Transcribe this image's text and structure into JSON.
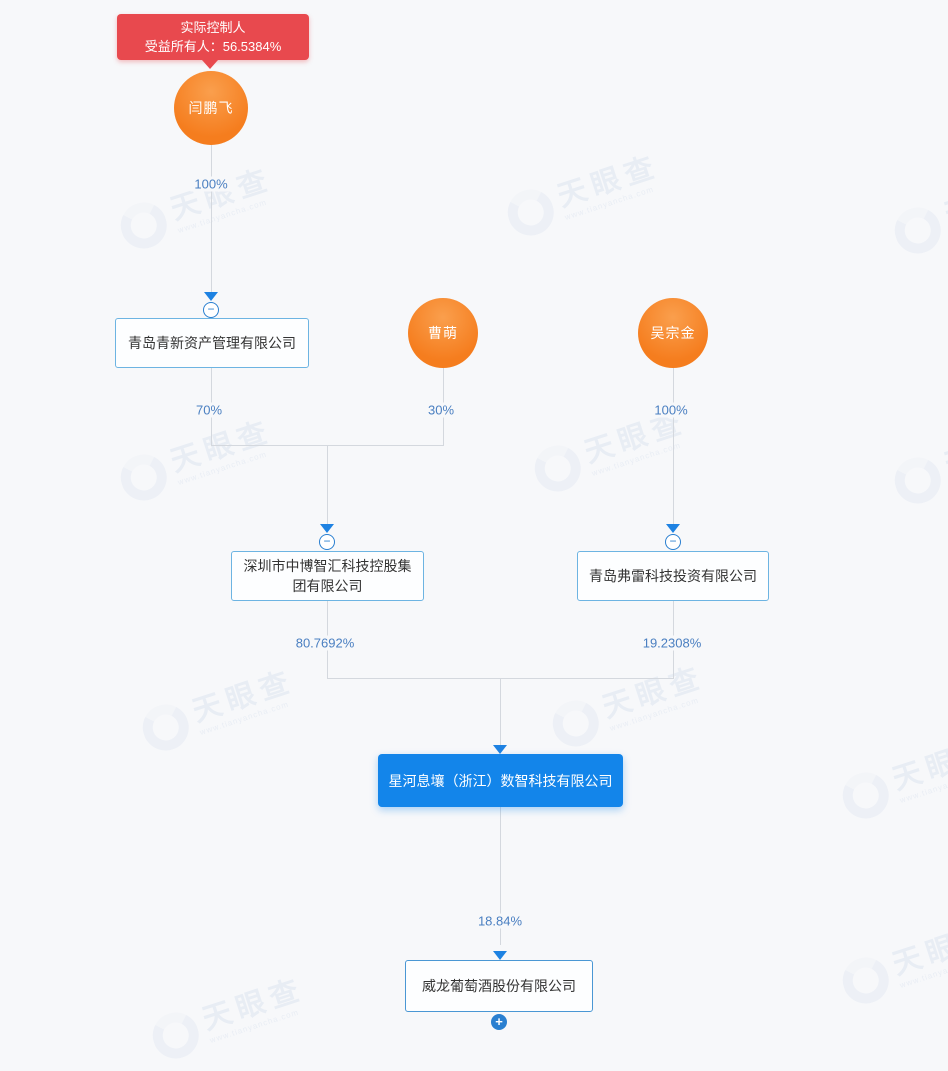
{
  "badge": {
    "line1": "实际控制人",
    "line2": "受益所有人：56.5384%"
  },
  "persons": {
    "yanpengfei": "闫鹏飞",
    "caomeng": "曹萌",
    "wuzongjin": "吴宗金"
  },
  "companies": {
    "qingdao_qingxin": "青岛青新资产管理有限公司",
    "shenzhen_zhongbo": "深圳市中博智汇科技控股集团有限公司",
    "qingdao_fulei": "青岛弗雷科技投资有限公司",
    "xinghe_xirang": "星河息壤（浙江）数智科技有限公司",
    "weilong": "威龙葡萄酒股份有限公司"
  },
  "shareholding": {
    "yan_to_qingxin": "100%",
    "qingxin_to_zhongbo": "70%",
    "cao_to_zhongbo": "30%",
    "wu_to_fulei": "100%",
    "zhongbo_to_xinghe": "80.7692%",
    "fulei_to_xinghe": "19.2308%",
    "xinghe_to_weilong": "18.84%"
  },
  "icons": {
    "collapse": "−",
    "expand": "+"
  },
  "watermark": {
    "brand": "天眼查",
    "url": "www.tianyancha.com"
  },
  "colors": {
    "background": "#f7f8fa",
    "badge_red": "#e8494e",
    "person_orange": "#f57d1e",
    "highlight_blue": "#1385ea",
    "box_border_blue": "#6db4e2",
    "percent_blue": "#4a7fc1",
    "arrow_blue": "#1e82e2",
    "line_gray": "#d4d8de"
  }
}
